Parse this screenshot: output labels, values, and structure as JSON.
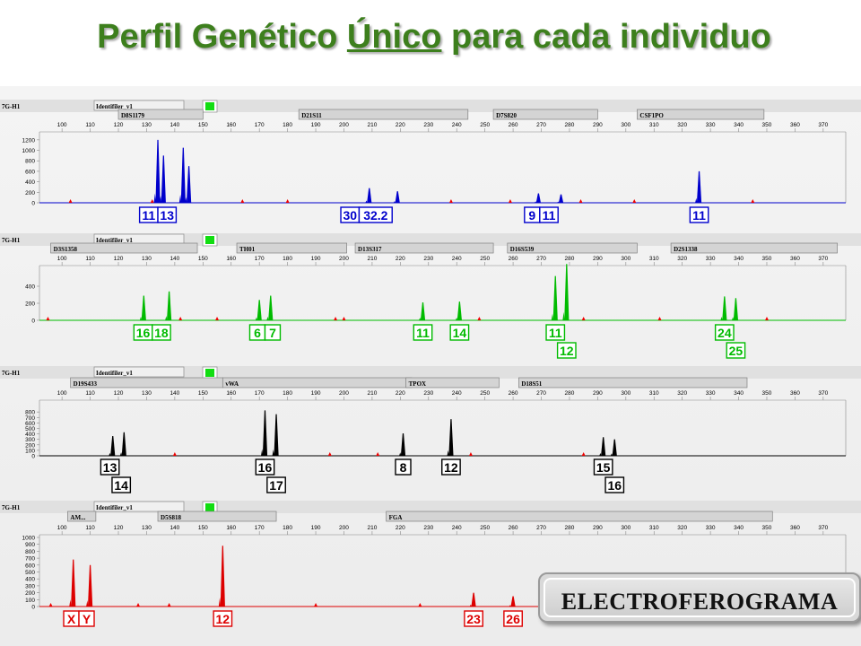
{
  "title": {
    "before": "Perfil Genético ",
    "underlined": "Único",
    "after": " para cada individuo"
  },
  "banner": "ELECTROFEROGRAMA",
  "chart_data": [
    {
      "type": "electropherogram",
      "dye": "blue",
      "color": "#0000cc",
      "channel_label": "7G-H1",
      "kit": "Identifiler_v1",
      "xlim": [
        92,
        378
      ],
      "xticks": [
        100,
        110,
        120,
        130,
        140,
        150,
        160,
        170,
        180,
        190,
        200,
        210,
        220,
        230,
        240,
        250,
        260,
        270,
        280,
        290,
        300,
        310,
        320,
        330,
        340,
        350,
        360,
        370
      ],
      "ylim": [
        0,
        1300
      ],
      "yticks": [
        0,
        200,
        400,
        600,
        800,
        1000,
        1200
      ],
      "markers": [
        {
          "name": "D8S1179",
          "start": 120,
          "end": 150
        },
        {
          "name": "D21S11",
          "start": 184,
          "end": 244
        },
        {
          "name": "D7S820",
          "start": 253,
          "end": 290
        },
        {
          "name": "CSF1PO",
          "start": 304,
          "end": 349
        }
      ],
      "peaks": [
        {
          "x": 134,
          "h": 1200
        },
        {
          "x": 136,
          "h": 900
        },
        {
          "x": 143,
          "h": 1050
        },
        {
          "x": 145,
          "h": 700
        },
        {
          "x": 209,
          "h": 280
        },
        {
          "x": 219,
          "h": 220
        },
        {
          "x": 269,
          "h": 180
        },
        {
          "x": 277,
          "h": 160
        },
        {
          "x": 326,
          "h": 600
        }
      ],
      "artifacts": [
        103,
        132,
        164,
        180,
        238,
        259,
        284,
        303,
        345
      ],
      "alleles": [
        {
          "labels": [
            "11",
            "13"
          ],
          "x": 134
        },
        {
          "labels": [
            "30",
            "32.2"
          ],
          "x": 208
        },
        {
          "labels": [
            "9",
            "11"
          ],
          "x": 270
        },
        {
          "labels": [
            "11"
          ],
          "x": 326
        }
      ]
    },
    {
      "type": "electropherogram",
      "dye": "green",
      "color": "#00bb00",
      "channel_label": "7G-H1",
      "kit": "Identifiler_v1",
      "xlim": [
        92,
        378
      ],
      "xticks": [
        100,
        110,
        120,
        130,
        140,
        150,
        160,
        170,
        180,
        190,
        200,
        210,
        220,
        230,
        240,
        250,
        260,
        270,
        280,
        290,
        300,
        310,
        320,
        330,
        340,
        350,
        360,
        370
      ],
      "ylim": [
        0,
        600
      ],
      "yticks": [
        0,
        200,
        400
      ],
      "markers": [
        {
          "name": "D3S1358",
          "start": 96,
          "end": 148
        },
        {
          "name": "TH01",
          "start": 162,
          "end": 201
        },
        {
          "name": "D13S317",
          "start": 204,
          "end": 253
        },
        {
          "name": "D16S539",
          "start": 258,
          "end": 304
        },
        {
          "name": "D2S1338",
          "start": 316,
          "end": 375
        }
      ],
      "peaks": [
        {
          "x": 129,
          "h": 290
        },
        {
          "x": 138,
          "h": 340
        },
        {
          "x": 170,
          "h": 240
        },
        {
          "x": 174,
          "h": 290
        },
        {
          "x": 228,
          "h": 210
        },
        {
          "x": 241,
          "h": 220
        },
        {
          "x": 275,
          "h": 520
        },
        {
          "x": 279,
          "h": 660
        },
        {
          "x": 335,
          "h": 280
        },
        {
          "x": 339,
          "h": 260
        }
      ],
      "artifacts": [
        95,
        142,
        155,
        197,
        200,
        248,
        285,
        312,
        350
      ],
      "alleles": [
        {
          "labels": [
            "16",
            "18"
          ],
          "x": 132
        },
        {
          "labels": [
            "6",
            "7"
          ],
          "x": 172
        },
        {
          "labels": [
            "11"
          ],
          "x": 228
        },
        {
          "labels": [
            "14"
          ],
          "x": 241
        },
        {
          "labels": [
            "11"
          ],
          "x": 275
        },
        {
          "labels": [
            "12"
          ],
          "x": 279,
          "row": 2
        },
        {
          "labels": [
            "24"
          ],
          "x": 335
        },
        {
          "labels": [
            "25"
          ],
          "x": 339,
          "row": 2
        }
      ]
    },
    {
      "type": "electropherogram",
      "dye": "black",
      "color": "#000000",
      "channel_label": "7G-H1",
      "kit": "Identifiler_v1",
      "xlim": [
        92,
        378
      ],
      "xticks": [
        100,
        110,
        120,
        130,
        140,
        150,
        160,
        170,
        180,
        190,
        200,
        210,
        220,
        230,
        240,
        250,
        260,
        270,
        280,
        290,
        300,
        310,
        320,
        330,
        340,
        350,
        360,
        370
      ],
      "ylim": [
        0,
        950
      ],
      "yticks": [
        0,
        100,
        200,
        300,
        400,
        500,
        600,
        700,
        800
      ],
      "markers": [
        {
          "name": "D19S433",
          "start": 103,
          "end": 157
        },
        {
          "name": "vWA",
          "start": 157,
          "end": 224
        },
        {
          "name": "TPOX",
          "start": 222,
          "end": 255
        },
        {
          "name": "D18S51",
          "start": 262,
          "end": 343
        }
      ],
      "peaks": [
        {
          "x": 118,
          "h": 360
        },
        {
          "x": 122,
          "h": 430
        },
        {
          "x": 172,
          "h": 830
        },
        {
          "x": 176,
          "h": 760
        },
        {
          "x": 221,
          "h": 410
        },
        {
          "x": 238,
          "h": 670
        },
        {
          "x": 292,
          "h": 340
        },
        {
          "x": 296,
          "h": 300
        }
      ],
      "artifacts": [
        140,
        195,
        212,
        245,
        285
      ],
      "alleles": [
        {
          "labels": [
            "13"
          ],
          "x": 117
        },
        {
          "labels": [
            "14"
          ],
          "x": 121,
          "row": 2
        },
        {
          "labels": [
            "16"
          ],
          "x": 172
        },
        {
          "labels": [
            "17"
          ],
          "x": 176,
          "row": 2
        },
        {
          "labels": [
            "8"
          ],
          "x": 221
        },
        {
          "labels": [
            "12"
          ],
          "x": 238
        },
        {
          "labels": [
            "15"
          ],
          "x": 292
        },
        {
          "labels": [
            "16"
          ],
          "x": 296,
          "row": 2
        }
      ]
    },
    {
      "type": "electropherogram",
      "dye": "red",
      "color": "#dd0000",
      "channel_label": "7G-H1",
      "kit": "Identifiler_v1",
      "xlim": [
        92,
        378
      ],
      "xticks": [
        100,
        110,
        120,
        130,
        140,
        150,
        160,
        170,
        180,
        190,
        200,
        210,
        220,
        230,
        240,
        250,
        260,
        270,
        280,
        290,
        300,
        310,
        320,
        330,
        340,
        350,
        360,
        370
      ],
      "ylim": [
        0,
        1000
      ],
      "yticks": [
        0,
        100,
        200,
        300,
        400,
        500,
        600,
        700,
        800,
        900,
        1000
      ],
      "markers": [
        {
          "name": "AM...",
          "start": 102,
          "end": 112
        },
        {
          "name": "D5S818",
          "start": 134,
          "end": 176
        },
        {
          "name": "FGA",
          "start": 215,
          "end": 352
        }
      ],
      "peaks": [
        {
          "x": 104,
          "h": 680
        },
        {
          "x": 110,
          "h": 600
        },
        {
          "x": 157,
          "h": 880
        },
        {
          "x": 246,
          "h": 200
        },
        {
          "x": 260,
          "h": 150
        }
      ],
      "artifacts": [
        96,
        127,
        138,
        190,
        227,
        300
      ],
      "alleles": [
        {
          "labels": [
            "X",
            "Y"
          ],
          "x": 106
        },
        {
          "labels": [
            "12"
          ],
          "x": 157
        },
        {
          "labels": [
            "23"
          ],
          "x": 246
        },
        {
          "labels": [
            "26"
          ],
          "x": 260
        }
      ]
    }
  ]
}
